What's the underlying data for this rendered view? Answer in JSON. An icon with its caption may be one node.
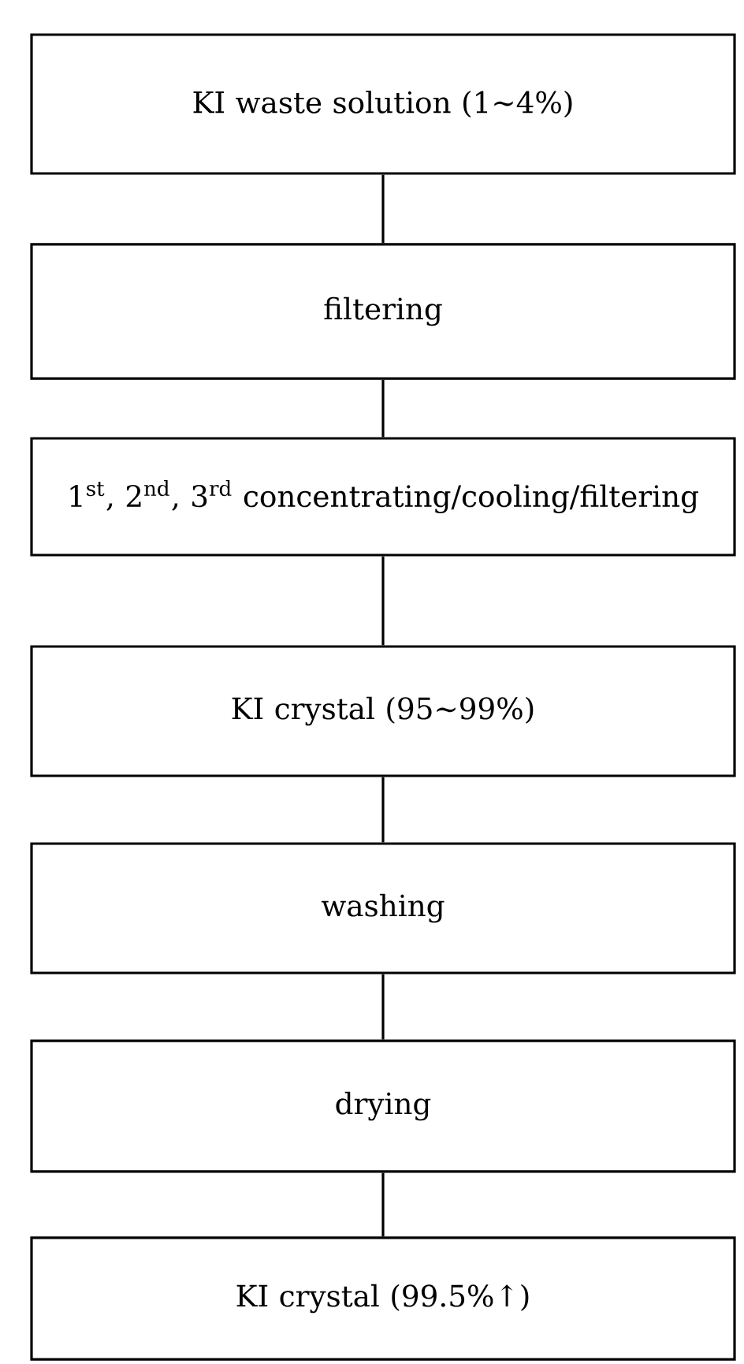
{
  "diagram": {
    "nodes": [
      {
        "text": [
          "KI waste solution (1~4%)"
        ]
      },
      {
        "text": [
          "filtering"
        ]
      },
      {
        "text": [
          "1$^{st}$, 2$^{nd}$, 3$^{rd}$ concentrating/cooling/filtering"
        ]
      },
      {
        "text": [
          "KI crystal (95~99%)"
        ]
      },
      {
        "text": [
          "washing"
        ]
      },
      {
        "text": [
          "drying"
        ]
      },
      {
        "text": [
          "KI crystal (99.5%↑)"
        ]
      }
    ],
    "edges": [
      {
        "from": 0,
        "to": 1,
        "arrow": "none"
      },
      {
        "from": 1,
        "to": 2,
        "arrow": "none"
      },
      {
        "from": 2,
        "to": 3,
        "arrow": "none"
      },
      {
        "from": 3,
        "to": 4,
        "arrow": "none"
      },
      {
        "from": 4,
        "to": 5,
        "arrow": "none"
      },
      {
        "from": 5,
        "to": 6,
        "arrow": "none"
      }
    ]
  }
}
